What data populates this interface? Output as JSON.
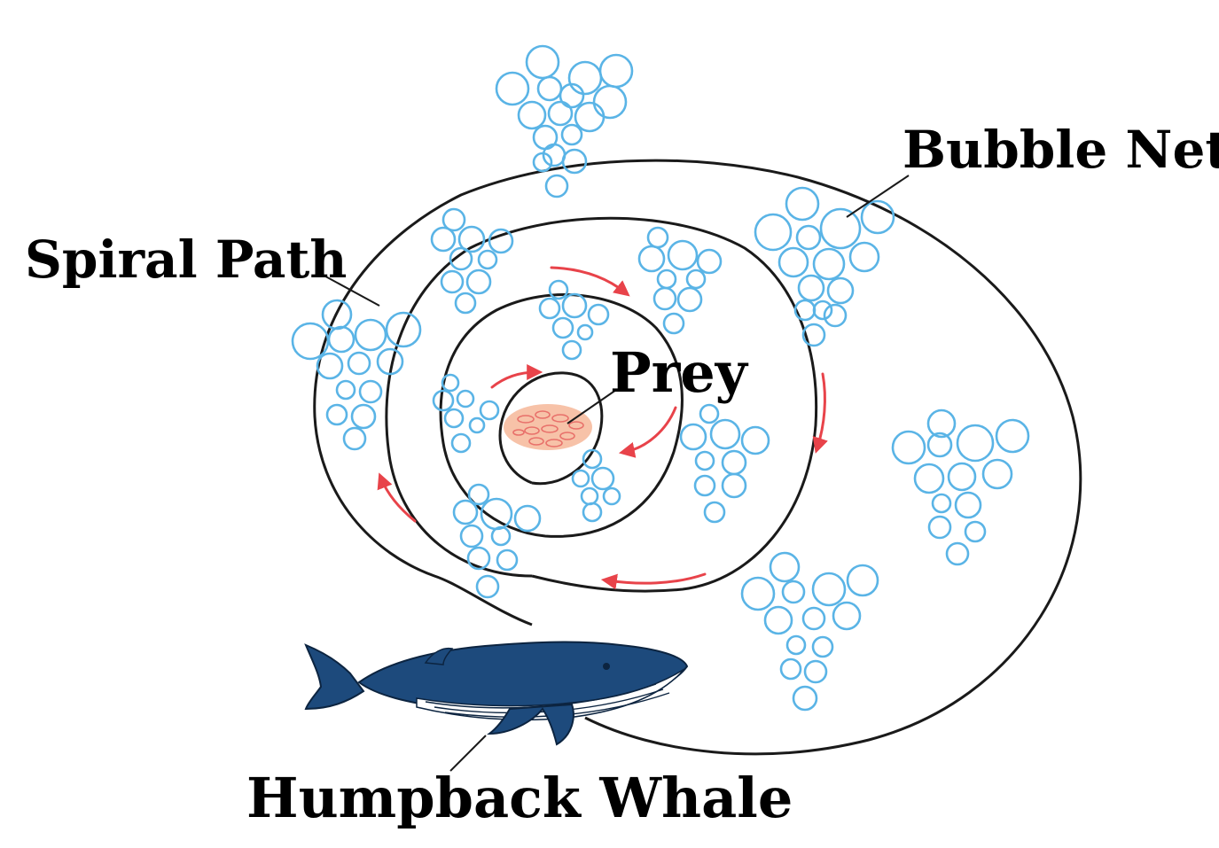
{
  "labels": {
    "bubble_net": "Bubble Net",
    "spiral_path": "Spiral Path",
    "prey": "Prey",
    "humpback_whale": "Humpback Whale"
  },
  "colors": {
    "bubble": "#5ab4e6",
    "spiral": "#1a1a1a",
    "arrow": "#e8434a",
    "prey_fill": "#f7c2a8",
    "prey_detail": "#e8706a",
    "whale_body": "#1d4a7c",
    "whale_belly": "#ffffff",
    "whale_outline": "#0c2440"
  },
  "icons": {
    "whale": "humpback-whale-icon",
    "bubble": "bubble-icon",
    "arrow": "swim-direction-arrow-icon",
    "prey": "fish-school-icon"
  }
}
